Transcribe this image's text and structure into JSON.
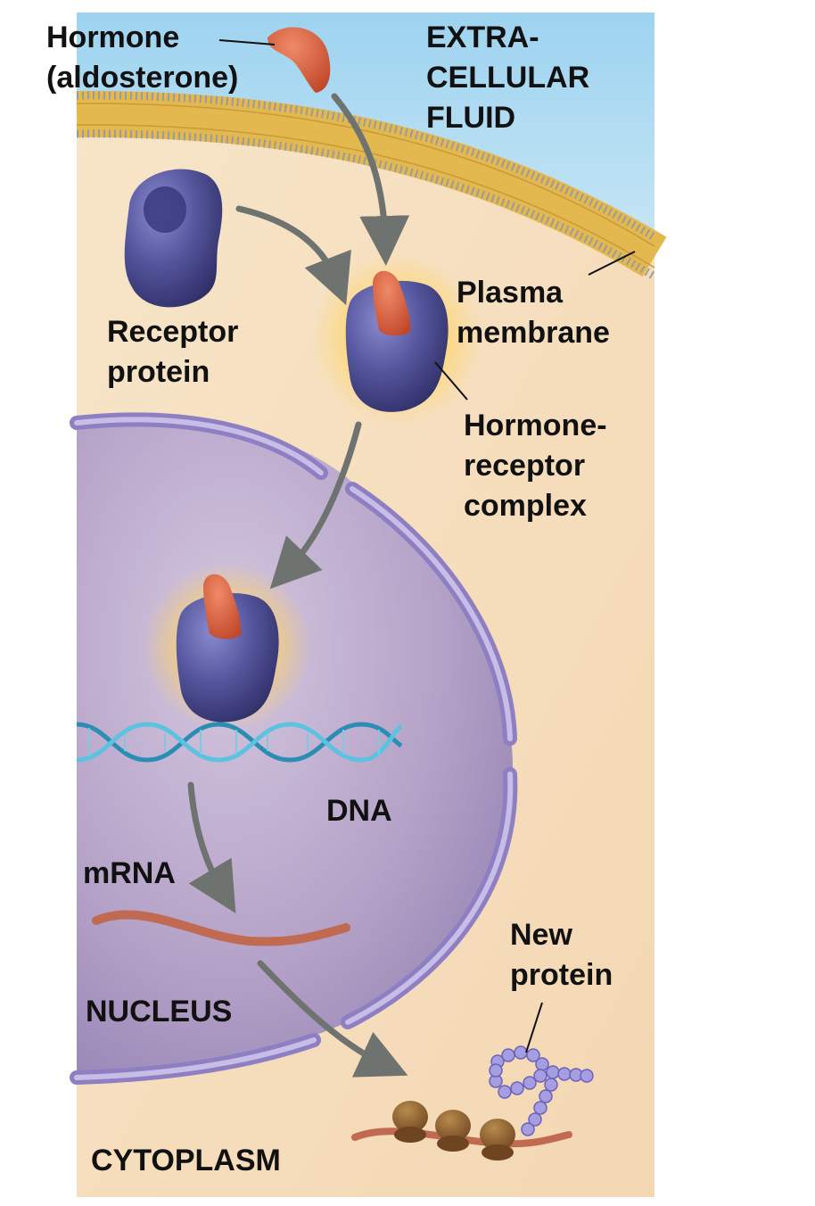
{
  "labels": {
    "hormone": [
      "Hormone",
      "(aldosterone)"
    ],
    "extracellular": [
      "EXTRA-",
      "CELLULAR",
      "FLUID"
    ],
    "receptor": [
      "Receptor",
      "protein"
    ],
    "plasma": [
      "Plasma",
      "membrane"
    ],
    "complex": [
      "Hormone-",
      "receptor",
      "complex"
    ],
    "dna": "DNA",
    "mrna": "mRNA",
    "new_protein": [
      "New",
      "protein"
    ],
    "nucleus": "NUCLEUS",
    "cytoplasm": "CYTOPLASM"
  },
  "colors": {
    "extracellular_fluid": "#a9d8f2",
    "cytoplasm": "#f6dfbd",
    "membrane": "#e3b84f",
    "nucleus": "#b6a3c9",
    "nuclear_envelope": "#8d7fc2",
    "receptor": "#4f4f96",
    "hormone": "#d95f3d",
    "dna": "#3aa3c6",
    "mrna": "#c06a52",
    "ribosome": "#8a5a2b",
    "protein_beads": "#a59ee3",
    "arrow": "#6f7370"
  }
}
